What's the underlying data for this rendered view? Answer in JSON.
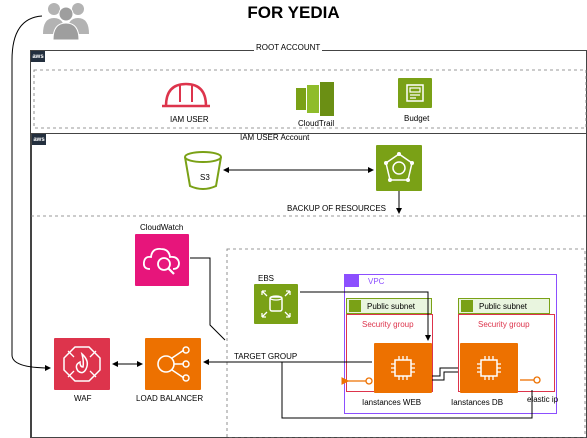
{
  "title": "FOR YEDIA",
  "root_account_label": "ROOT ACCOUNT",
  "iam_user_account_label": "IAM USER Account",
  "aws_badge": "aws",
  "root_services": [
    {
      "label": "IAM USER",
      "icon": "iam-user-helmet-icon"
    },
    {
      "label": "CloudTrail",
      "icon": "cloudtrail-icon"
    },
    {
      "label": "Budget",
      "icon": "budget-icon"
    }
  ],
  "s3_label": "S3",
  "backup_label": "BACKUP OF RESOURCES",
  "cloudwatch_label": "CloudWatch",
  "ebs_label": "EBS",
  "vpc_label": "VPC",
  "public_subnet_1": "Public subnet",
  "public_subnet_2": "Public subnet",
  "security_group_1": "Security group",
  "security_group_2": "Security group",
  "target_group_label": "TARGET GROUP",
  "waf_label": "WAF",
  "load_balancer_label": "LOAD BALANCER",
  "instances_web_label": "Ianstances WEB",
  "instances_db_label": "Ianstances DB",
  "elastic_ip_label": "elastic ip",
  "colors": {
    "security_red": "#dd344c",
    "management_pink": "#e7157b",
    "storage_green": "#7aa116",
    "compute_orange": "#ed7100",
    "vpc_purple": "#8c4fff",
    "iam_red": "#dd344c"
  }
}
